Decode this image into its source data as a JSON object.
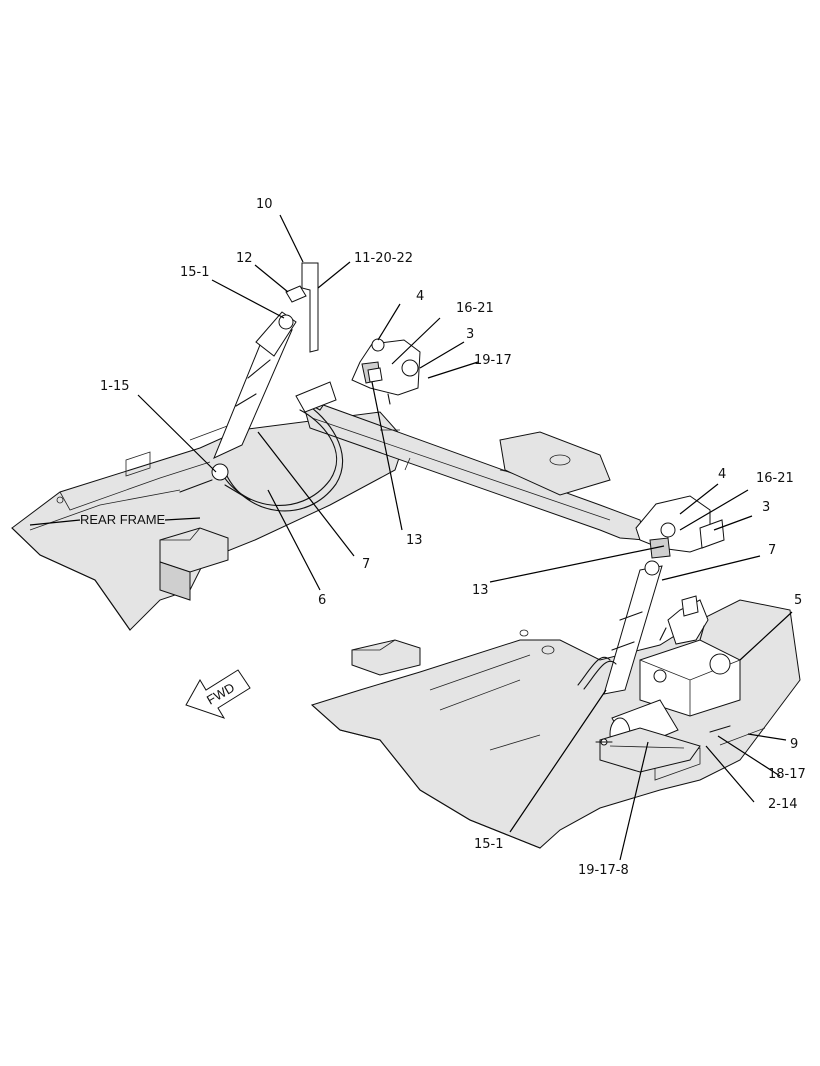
{
  "diagram": {
    "frame_label": "REAR FRAME",
    "direction_label": "FWD",
    "callouts": {
      "c10": "10",
      "c12": "12",
      "c11_20_22": "11-20-22",
      "c15_1_top": "15-1",
      "c4_left": "4",
      "c16_21_left": "16-21",
      "c3_left": "3",
      "c19_17": "19-17",
      "c1_15": "1-15",
      "c13_left": "13",
      "c7_left": "7",
      "c6": "6",
      "c4_right": "4",
      "c16_21_right": "16-21",
      "c3_right": "3",
      "c7_right": "7",
      "c13_right": "13",
      "c5": "5",
      "c9": "9",
      "c18_17": "18-17",
      "c2_14": "2-14",
      "c15_1_bottom": "15-1",
      "c19_17_8": "19-17-8"
    }
  }
}
